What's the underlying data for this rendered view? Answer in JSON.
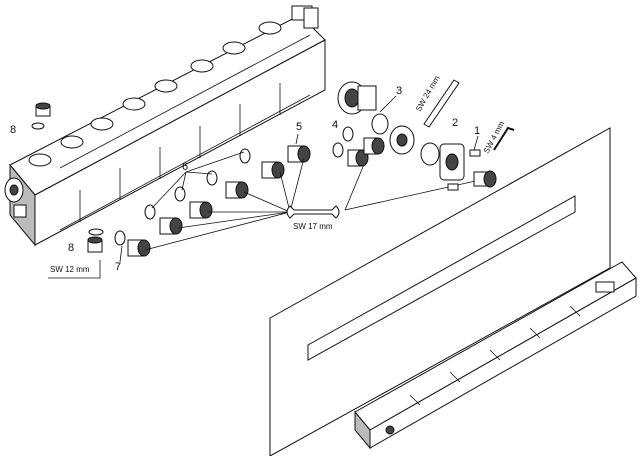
{
  "callouts": {
    "c1": "1",
    "c2": "2",
    "c3": "3",
    "c4": "4",
    "c5": "5",
    "c6": "6",
    "c7": "7",
    "c8_top": "8",
    "c8_bottom": "8"
  },
  "tools": {
    "sw17": "SW 17 mm",
    "sw24": "SW 24 mm",
    "sw4": "SW 4 mm",
    "sw12": "SW 12 mm"
  }
}
